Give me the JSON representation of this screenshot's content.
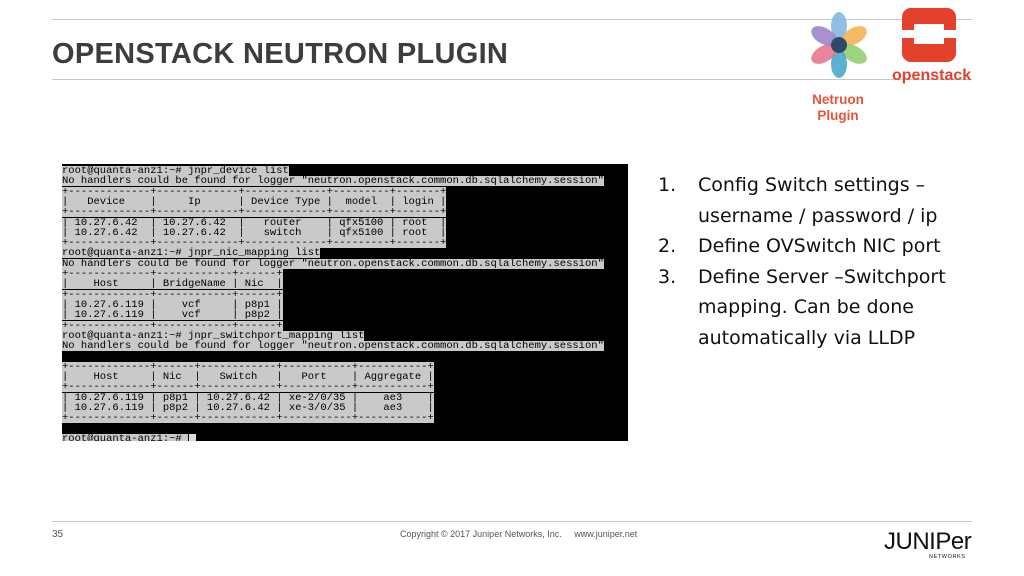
{
  "slide": {
    "title": "OPENSTACK NEUTRON PLUGIN",
    "page_number": "35",
    "copyright": "Copyright © 2017 Juniper Networks, Inc.     www.juniper.net"
  },
  "logos": {
    "caption_line1": "Netruon",
    "caption_line2": "Plugin",
    "openstack_wordmark": "openstack",
    "brand_name": "JUNIPer",
    "brand_sub": "NETWORKS",
    "caption_color": "#e8543a",
    "openstack_color": "#e4412c"
  },
  "terminal": {
    "lines": [
      "root@quanta-anz1:~# jnpr_device list",
      "No handlers could be found for logger \"neutron.openstack.common.db.sqlalchemy.session\"",
      "+-------------+-------------+-------------+---------+-------+",
      "|   Device    |     Ip      | Device Type |  model  | login |",
      "+-------------+-------------+-------------+---------+-------+",
      "| 10.27.6.42  | 10.27.6.42  |   router    | qfx5100 | root  |",
      "| 10.27.6.42  | 10.27.6.42  |   switch    | qfx5100 | root  |",
      "+-------------+-------------+-------------+---------+-------+",
      "root@quanta-anz1:~# jnpr_nic_mapping list",
      "No handlers could be found for logger \"neutron.openstack.common.db.sqlalchemy.session\"",
      "+-------------+------------+------+",
      "|    Host     | BridgeName | Nic  |",
      "+-------------+------------+------+",
      "| 10.27.6.119 |    vcf     | p8p1 |",
      "| 10.27.6.119 |    vcf     | p8p2 |",
      "+-------------+------------+------+",
      "root@quanta-anz1:~# jnpr_switchport_mapping list",
      "No handlers could be found for logger \"neutron.openstack.common.db.sqlalchemy.session\"",
      "",
      "+-------------+------+------------+-----------+-----------+",
      "|    Host     | Nic  |   Switch   |   Port    | Aggregate |",
      "+-------------+------+------------+-----------+-----------+",
      "| 10.27.6.119 | p8p1 | 10.27.6.42 | xe-2/0/35 |    ae3    |",
      "| 10.27.6.119 | p8p2 | 10.27.6.42 | xe-3/0/35 |    ae3    |",
      "+-------------+------+------------+-----------+-----------+",
      "",
      "root@quanta-anz1:~# "
    ]
  },
  "steps": [
    {
      "num": "1.",
      "line1": "Config Switch settings –",
      "line2": "username / password / ip",
      "line3": ""
    },
    {
      "num": "2.",
      "line1": "Define OVSwitch NIC port",
      "line2": "",
      "line3": ""
    },
    {
      "num": "3.",
      "line1": "Define Server –Switchport",
      "line2": "mapping. Can be done",
      "line3": "automatically via LLDP"
    }
  ]
}
